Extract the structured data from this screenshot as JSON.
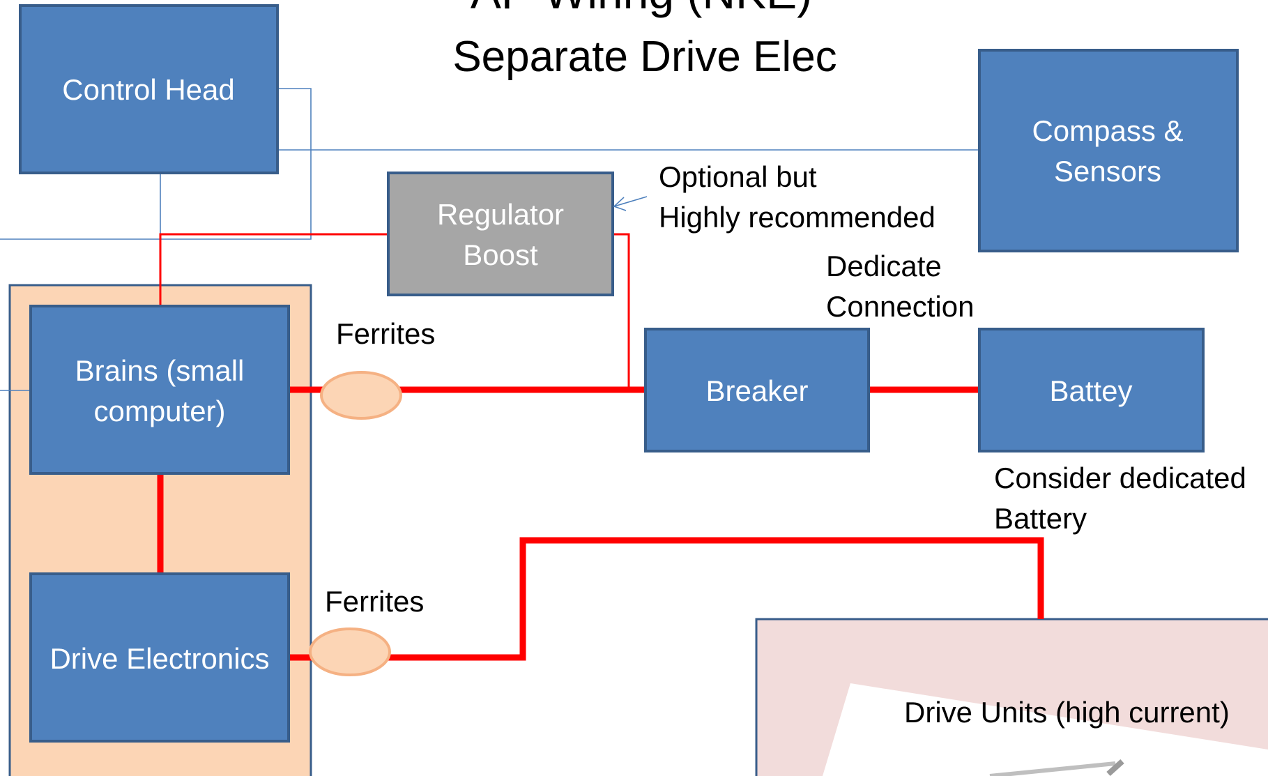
{
  "title": {
    "line1": "AP Wiring (NKE)",
    "line2": "Separate Drive Elec"
  },
  "boxes": {
    "control_head": "Control Head",
    "compass_line1": "Compass &",
    "compass_line2": "Sensors",
    "regulator_line1": "Regulator",
    "regulator_line2": "Boost",
    "brains_line1": "Brains (small",
    "brains_line2": "computer)",
    "drive_electronics": "Drive Electronics",
    "breaker": "Breaker",
    "battery": "Battey",
    "drive_units": "Drive Units (high current)"
  },
  "annotations": {
    "optional_line1": "Optional but",
    "optional_line2": "Highly recommended",
    "dedicate_line1": "Dedicate",
    "dedicate_line2": "Connection",
    "ferrites_top": "Ferrites",
    "ferrites_bottom": "Ferrites",
    "consider_line1": "Consider dedicated",
    "consider_line2": "Battery"
  },
  "colors": {
    "box_fill": "#4f81bd",
    "box_border": "#385d8a",
    "regulator_fill": "#a6a6a6",
    "group_fill": "#fcd5b5",
    "drive_units_fill": "#f2dcdb",
    "power_wire": "#ff0000",
    "signal_wire": "#4f81bd",
    "ferrite_fill": "#fcd5b5",
    "ferrite_border": "#f5b183"
  }
}
